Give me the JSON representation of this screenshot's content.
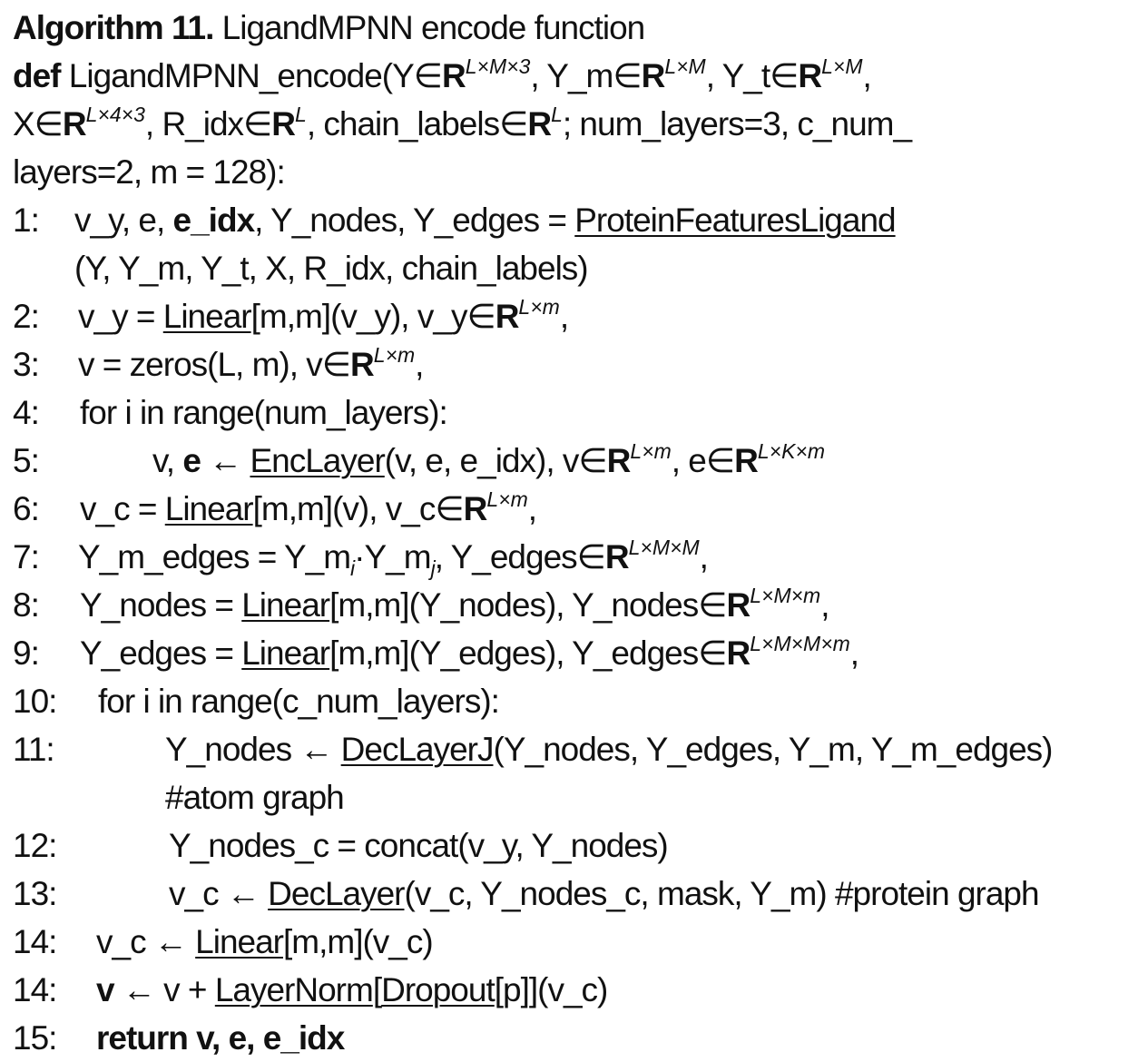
{
  "title": {
    "label": "Algorithm 11.",
    "text": " LigandMPNN encode function"
  },
  "signature": {
    "def": "def",
    "line1": [
      " LigandMPNN_encode(Y∈",
      "R",
      "L×M×3",
      ", Y_m∈",
      "R",
      "L×M",
      ", Y_t∈",
      "R",
      "L×M",
      ","
    ],
    "line2": [
      "X∈",
      "R",
      "L×4×3",
      ", R_idx∈",
      "R",
      "L",
      ", chain_labels∈",
      "R",
      "L",
      "; num_layers=3, c_num_"
    ],
    "line3": "layers=2, m = 128):"
  },
  "steps": [
    {
      "num": "1:",
      "a": "v_y, e, ",
      "b": "e_idx",
      "c": ", Y_nodes, Y_edges = ",
      "u": "ProteinFeaturesLigand"
    },
    {
      "cont": "(Y, Y_m, Y_t, X, R_idx, chain_labels)"
    },
    {
      "num": "2:",
      "a": "v_y = ",
      "u": "Linear",
      "c": "[m,m](v_y), v_y∈",
      "R": "R",
      "sup": "L×m",
      "end": ","
    },
    {
      "num": "3:",
      "a": "v = zeros(L, m), v∈",
      "R": "R",
      "sup": "L×m",
      "end": ","
    },
    {
      "num": "4:",
      "a": "for i in range(num_layers):"
    },
    {
      "num": "5:",
      "a": "v, ",
      "b": "e",
      "c": " ← ",
      "u": "EncLayer",
      "d": "(v, e, e_idx), v∈",
      "R": "R",
      "sup": "L×m",
      "e": ", e∈",
      "R2": "R",
      "sup2": "L×K×m"
    },
    {
      "num": "6:",
      "a": "v_c = ",
      "u": "Linear",
      "c": "[m,m](v), v_c∈",
      "R": "R",
      "sup": "L×m",
      "end": ","
    },
    {
      "num": "7:",
      "a": "Y_m_edges = Y_m",
      "sub1": "i",
      "dot": "·Y_m",
      "sub2": "j",
      "c": ", Y_edges∈",
      "R": "R",
      "sup": "L×M×M",
      "end": ","
    },
    {
      "num": "8:",
      "a": "Y_nodes = ",
      "u": "Linear",
      "c": "[m,m](Y_nodes), Y_nodes∈",
      "R": "R",
      "sup": "L×M×m",
      "end": ","
    },
    {
      "num": "9:",
      "a": "Y_edges = ",
      "u": "Linear",
      "c": "[m,m](Y_edges), Y_edges∈",
      "R": "R",
      "sup": "L×M×M×m",
      "end": ","
    },
    {
      "num": "10:",
      "a": "for i in range(c_num_layers):"
    },
    {
      "num": "11:",
      "a": "Y_nodes ← ",
      "u": "DecLayerJ",
      "c": "(Y_nodes, Y_edges, Y_m, Y_m_edges)"
    },
    {
      "cont": "#atom graph"
    },
    {
      "num": "12:",
      "a": "Y_nodes_c = concat(v_y, Y_nodes)"
    },
    {
      "num": "13:",
      "a": "v_c ← ",
      "u": "DecLayer",
      "c": "(v_c, Y_nodes_c, mask, Y_m) #protein graph"
    },
    {
      "num": "14:",
      "a": "v_c ← ",
      "u": "Linear",
      "c": "[m,m](v_c)"
    },
    {
      "num": "14:",
      "b": "v",
      "a": " ← v + ",
      "u": "LayerNorm",
      "u2": "Dropout",
      "c": "[p]](v_c)"
    },
    {
      "num": "15:",
      "b": "return",
      "a": " v, e, e_idx"
    }
  ]
}
